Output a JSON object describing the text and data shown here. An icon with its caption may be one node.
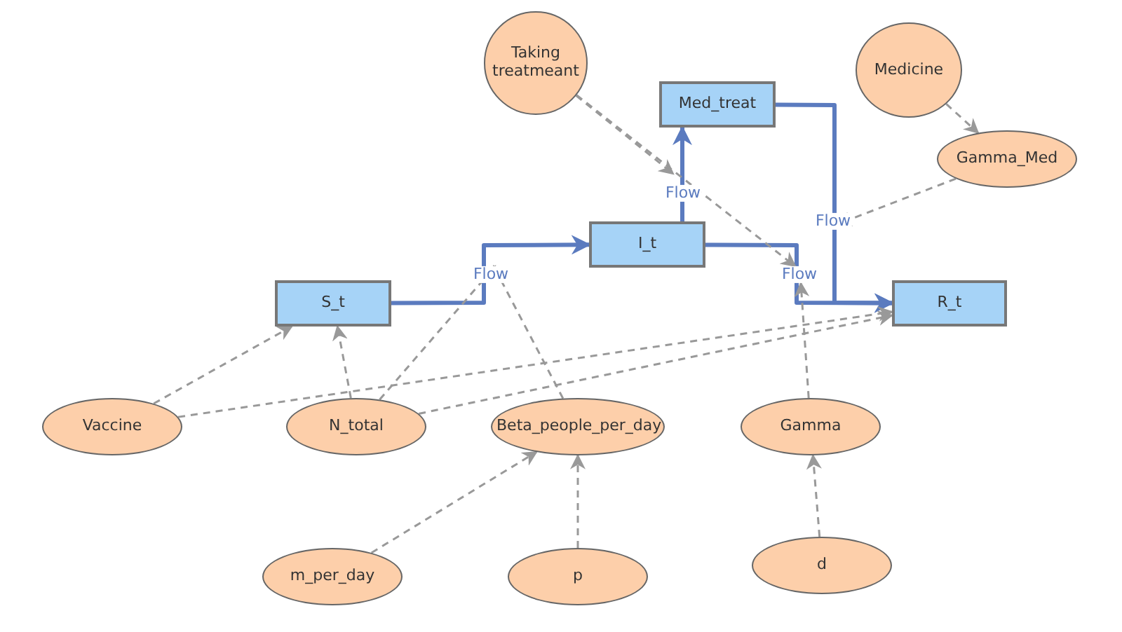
{
  "diagram": {
    "nodes": [
      {
        "text": [
          "Taking treatmeant"
        ]
      },
      {
        "text": [
          "Medicine"
        ]
      },
      {
        "text": [
          "Med_treat"
        ]
      },
      {
        "text": [
          "Gamma_Med"
        ]
      },
      {
        "text": [
          "I_t"
        ]
      },
      {
        "text": [
          "S_t"
        ]
      },
      {
        "text": [
          "R_t"
        ]
      },
      {
        "text": [
          "Vaccine"
        ]
      },
      {
        "text": [
          "N_total"
        ]
      },
      {
        "text": [
          "Beta_people_per_day"
        ]
      },
      {
        "text": [
          "Gamma"
        ]
      },
      {
        "text": [
          "m_per_day"
        ]
      },
      {
        "text": [
          "p"
        ]
      },
      {
        "text": [
          "d"
        ]
      }
    ],
    "edges": [
      {
        "from": 5,
        "to": 4,
        "arrow": "to",
        "label": "Flow",
        "style": "thick",
        "color": "#5b7bbf"
      },
      {
        "from": 4,
        "to": 2,
        "arrow": "to",
        "label": "Flow",
        "style": "thick",
        "color": "#5b7bbf"
      },
      {
        "from": 4,
        "to": 6,
        "arrow": "to",
        "label": "Flow",
        "style": "thick",
        "color": "#5b7bbf"
      },
      {
        "from": 2,
        "to": 6,
        "arrow": "to",
        "label": "Flow",
        "style": "thick",
        "color": "#5b7bbf"
      },
      {
        "from": 7,
        "to": 5,
        "arrow": "to",
        "style": "dashed"
      },
      {
        "from": 8,
        "to": 5,
        "arrow": "to",
        "style": "dashed"
      },
      {
        "from": 8,
        "to": null,
        "arrow": "to",
        "style": "dashed"
      },
      {
        "from": 9,
        "to": null,
        "arrow": "to",
        "style": "dashed"
      },
      {
        "from": 7,
        "to": 6,
        "arrow": "to",
        "style": "dashed"
      },
      {
        "from": 8,
        "to": 6,
        "arrow": "to",
        "style": "dashed"
      },
      {
        "from": 0,
        "to": null,
        "arrow": "to",
        "style": "dashed"
      },
      {
        "from": 0,
        "to": null,
        "arrow": "to",
        "style": "dashed"
      },
      {
        "from": 1,
        "to": 3,
        "arrow": "to",
        "style": "dashed"
      },
      {
        "from": 3,
        "to": null,
        "arrow": "to",
        "style": "dashed"
      },
      {
        "from": 10,
        "to": null,
        "arrow": "to",
        "style": "dashed"
      },
      {
        "from": 11,
        "to": 9,
        "arrow": "to",
        "style": "dashed"
      },
      {
        "from": 12,
        "to": 9,
        "arrow": "to",
        "style": "dashed"
      },
      {
        "from": 13,
        "to": 10,
        "arrow": "to",
        "style": "dashed"
      }
    ]
  }
}
